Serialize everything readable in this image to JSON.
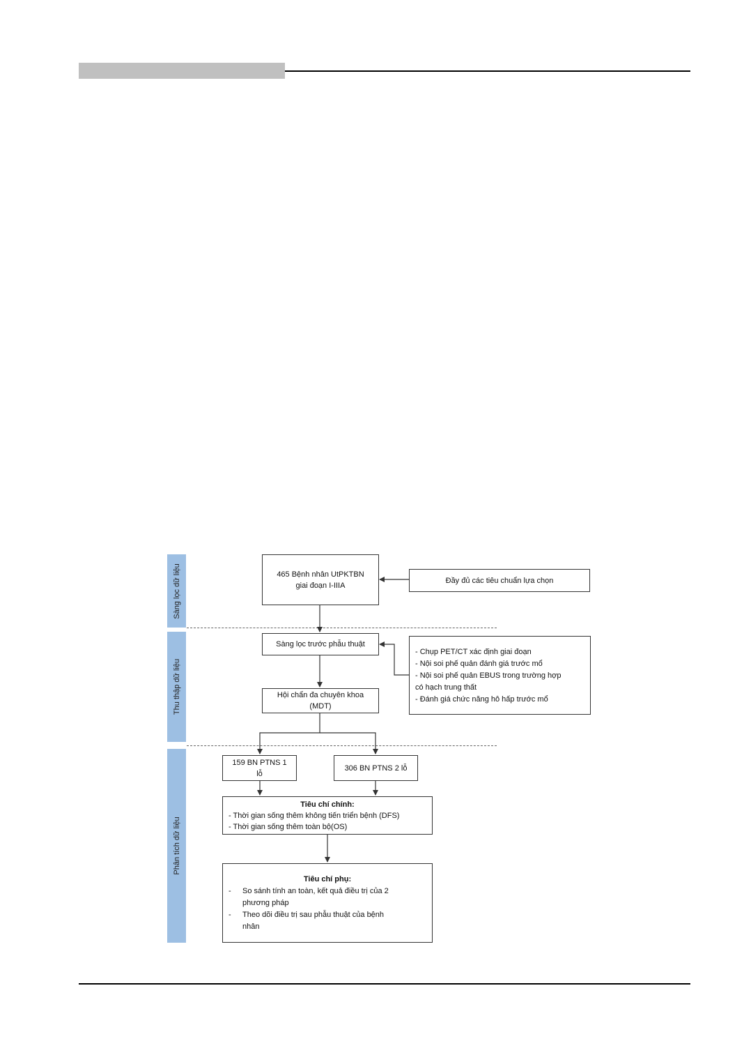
{
  "phases": [
    "Sàng lọc dữ liệu",
    "Thu thập dữ liệu",
    "Phân tích dữ liệu"
  ],
  "boxes": {
    "patients": {
      "line1": "465 Bệnh nhân UtPKTBN",
      "line2": "giai đoạn I-IIIA"
    },
    "criteria": "Đầy đủ các tiêu chuẩn lựa chọn",
    "screening": "Sàng lọc trước phẫu thuật",
    "exams": [
      "- Chụp PET/CT  xác định giai đoạn",
      "- Nội soi phế quản đánh giá trước mổ",
      "- Nội soi phế quản EBUS trong trường hợp",
      "có hạch trung thất",
      "- Đánh giá chức năng hô hấp trước mổ"
    ],
    "mdt": {
      "line1": "Hội chẩn đa chuyên khoa",
      "line2": "(MDT)"
    },
    "group1": {
      "line1": "159 BN PTNS 1",
      "line2": "lỗ"
    },
    "group2": "306 BN PTNS 2 lỗ",
    "primary": {
      "title": "Tiêu chí chính:",
      "items": [
        "- Thời gian sống thêm không tiến triển bệnh (DFS)",
        "- Thời gian sống thêm toàn bộ(OS)"
      ]
    },
    "secondary": {
      "title": "Tiêu chí phụ:",
      "mark": "-",
      "items": [
        {
          "line1": "So sánh tính an toàn, kết quả điều trị của 2",
          "line2": "phương pháp"
        },
        {
          "line1": "Theo dõi điều trị sau phẫu thuật của bệnh",
          "line2": "nhân"
        }
      ]
    }
  },
  "colors": {
    "phase_fill": "#9dbfe3",
    "header_bar": "#c0c0c0",
    "line": "#333333"
  }
}
